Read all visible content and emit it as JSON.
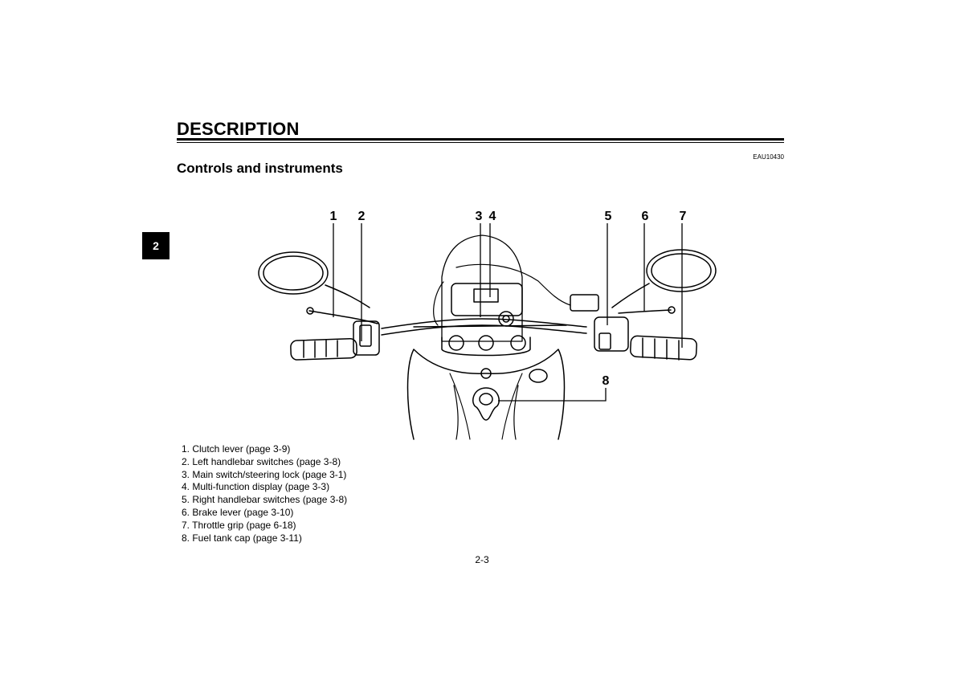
{
  "header": {
    "section_title": "DESCRIPTION",
    "doc_code": "EAU10430",
    "chapter_tab": "2"
  },
  "content": {
    "subheading": "Controls and instruments"
  },
  "figure": {
    "callouts": [
      "1",
      "2",
      "3",
      "4",
      "5",
      "6",
      "7",
      "8"
    ]
  },
  "legend": {
    "items": [
      "1. Clutch lever (page 3-9)",
      "2. Left handlebar switches (page 3-8)",
      "3. Main switch/steering lock (page 3-1)",
      "4. Multi-function display (page 3-3)",
      "5. Right handlebar switches (page 3-8)",
      "6. Brake lever (page 3-10)",
      "7. Throttle grip (page 6-18)",
      "8. Fuel tank cap (page 3-11)"
    ]
  },
  "footer": {
    "page_number": "2-3"
  }
}
